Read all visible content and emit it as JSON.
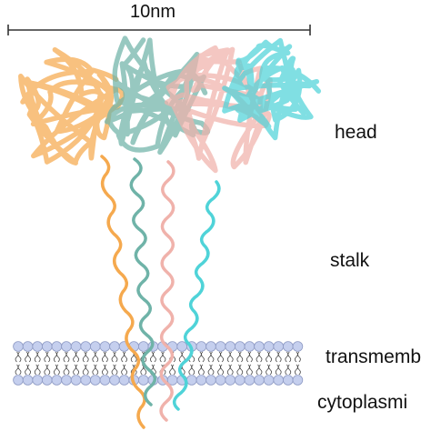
{
  "scale_bar": {
    "label": "10nm"
  },
  "labels": {
    "head": "head",
    "stalk": "stalk",
    "transmembrane": "transmemb",
    "cytoplasmic": "cytoplasmi"
  },
  "proteins": [
    {
      "name": "orange",
      "color": "#f5a94e"
    },
    {
      "name": "teal",
      "color": "#6fb3a8"
    },
    {
      "name": "pink",
      "color": "#f0b2ab"
    },
    {
      "name": "cyan",
      "color": "#4fd3d8"
    }
  ],
  "membrane": {
    "head_color": "#c5cfee",
    "tail_color": "#444444"
  }
}
